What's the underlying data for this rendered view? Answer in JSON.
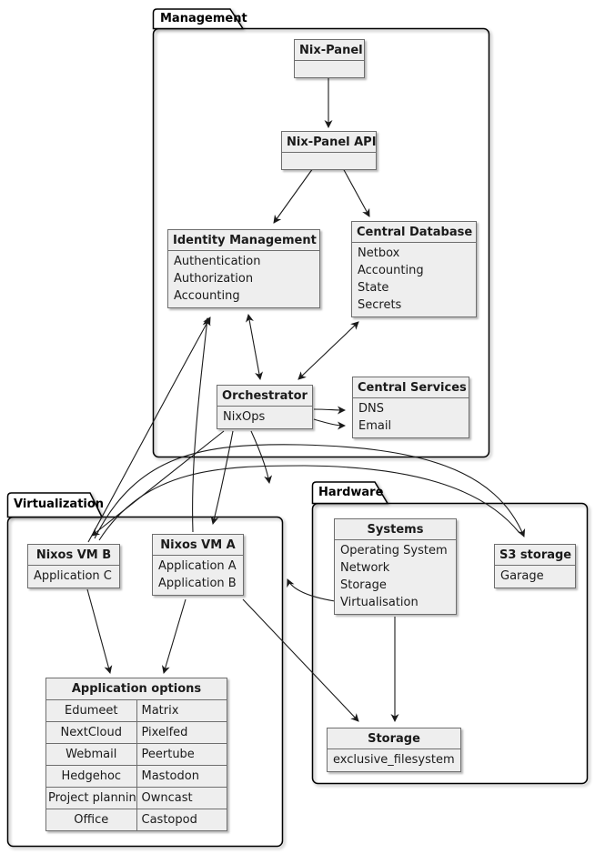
{
  "packages": {
    "management": {
      "label": "Management",
      "nodes": {
        "nix_panel": {
          "title": "Nix-Panel",
          "items": []
        },
        "nix_panel_api": {
          "title": "Nix-Panel API",
          "items": []
        },
        "identity_management": {
          "title": "Identity Management",
          "items": [
            "Authentication",
            "Authorization",
            "Accounting"
          ]
        },
        "central_database": {
          "title": "Central Database",
          "items": [
            "Netbox",
            "Accounting",
            "State",
            "Secrets"
          ]
        },
        "orchestrator": {
          "title": "Orchestrator",
          "items": [
            "NixOps"
          ]
        },
        "central_services": {
          "title": "Central Services",
          "items": [
            "DNS",
            "Email"
          ]
        }
      }
    },
    "virtualization": {
      "label": "Virtualization",
      "nodes": {
        "nixos_vm_b": {
          "title": "Nixos VM B",
          "items": [
            "Application C"
          ]
        },
        "nixos_vm_a": {
          "title": "Nixos VM A",
          "items": [
            "Application A",
            "Application B"
          ]
        }
      },
      "table": {
        "title": "Application options",
        "rows": [
          [
            "Edumeet",
            "Matrix"
          ],
          [
            "NextCloud",
            "Pixelfed"
          ],
          [
            "Webmail",
            "Peertube"
          ],
          [
            "Hedgehoc",
            "Mastodon"
          ],
          [
            "Project planning",
            "Owncast"
          ],
          [
            "Office",
            "Castopod"
          ]
        ]
      }
    },
    "hardware": {
      "label": "Hardware",
      "nodes": {
        "systems": {
          "title": "Systems",
          "items": [
            "Operating System",
            "Network",
            "Storage",
            "Virtualisation"
          ]
        },
        "s3_storage": {
          "title": "S3 storage",
          "items": [
            "Garage"
          ]
        },
        "storage": {
          "title": "Storage",
          "items": [
            "exclusive_filesystem"
          ]
        }
      }
    }
  },
  "edges": [
    {
      "from": "Nix-Panel",
      "to": "Nix-Panel API"
    },
    {
      "from": "Nix-Panel API",
      "to": "Identity Management"
    },
    {
      "from": "Nix-Panel API",
      "to": "Central Database"
    },
    {
      "from": "Identity Management",
      "to": "Orchestrator",
      "bidirectional": true
    },
    {
      "from": "Central Database",
      "to": "Orchestrator",
      "bidirectional": true
    },
    {
      "from": "Orchestrator",
      "to": "DNS"
    },
    {
      "from": "Orchestrator",
      "to": "Email"
    },
    {
      "from": "Orchestrator",
      "to": "Nixos VM A"
    },
    {
      "from": "Orchestrator",
      "to": "Nixos VM B"
    },
    {
      "from": "Orchestrator",
      "to": "Virtualization"
    },
    {
      "from": "Orchestrator",
      "to": "S3 storage"
    },
    {
      "from": "Nixos VM B",
      "to": "S3 storage"
    },
    {
      "from": "Nixos VM A",
      "to": "Identity Management"
    },
    {
      "from": "Nixos VM B",
      "to": "Identity Management"
    },
    {
      "from": "Nixos VM A",
      "to": "Application options"
    },
    {
      "from": "Nixos VM B",
      "to": "Application options"
    },
    {
      "from": "Nixos VM A",
      "to": "Storage"
    },
    {
      "from": "Systems",
      "to": "Storage"
    },
    {
      "from": "Systems",
      "to": "Virtualization"
    }
  ],
  "colors": {
    "node_fill": "#EEEEEE",
    "node_border": "#6E6E6E",
    "line": "#1A1A1A",
    "background": "#FFFFFF"
  }
}
